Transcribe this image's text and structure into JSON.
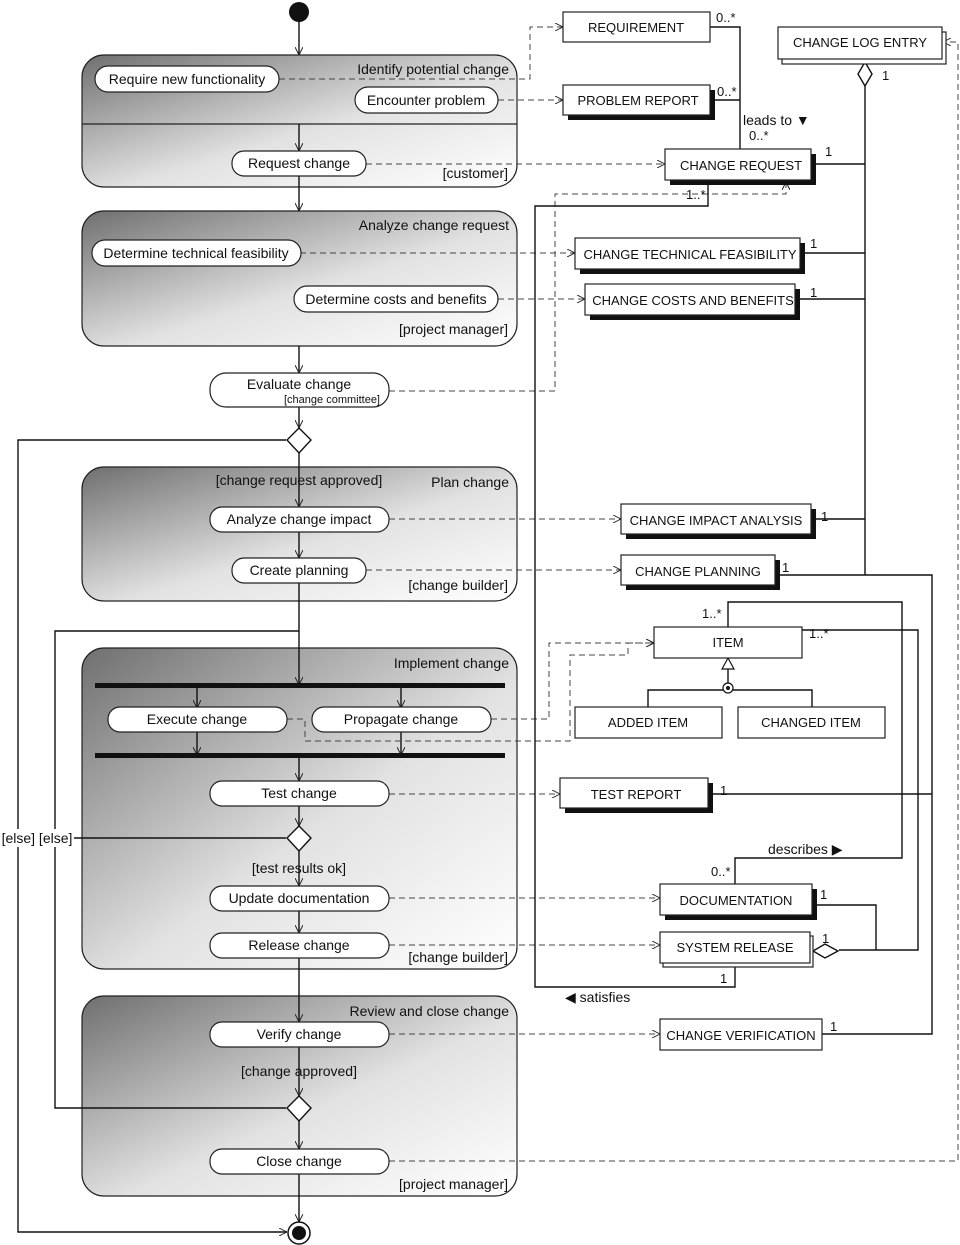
{
  "phases": {
    "identify": {
      "title": "Identify potential change",
      "role": "[customer]"
    },
    "analyze": {
      "title": "Analyze change request",
      "role": "[project manager]"
    },
    "plan": {
      "title": "Plan change",
      "role": "[change builder]"
    },
    "implement": {
      "title": "Implement change",
      "role": "[change builder]"
    },
    "review": {
      "title": "Review and close change",
      "role": "[project manager]"
    }
  },
  "activities": {
    "require_new_functionality": "Require new functionality",
    "encounter_problem": "Encounter problem",
    "request_change": "Request change",
    "determine_feasibility": "Determine technical feasibility",
    "determine_costs": "Determine costs and benefits",
    "evaluate_change": "Evaluate change",
    "evaluate_role": "[change committee]",
    "analyze_impact": "Analyze change impact",
    "create_planning": "Create planning",
    "execute_change": "Execute change",
    "propagate_change": "Propagate change",
    "test_change": "Test change",
    "update_documentation": "Update documentation",
    "release_change": "Release change",
    "verify_change": "Verify change",
    "close_change": "Close change"
  },
  "guards": {
    "request_approved": "[change request approved]",
    "test_results_ok": "[test results ok]",
    "change_approved": "[change approved]",
    "else_else": "[else] [else]"
  },
  "entities": {
    "requirement": "REQUIREMENT",
    "problem_report": "PROBLEM REPORT",
    "change_request": "CHANGE REQUEST",
    "change_log_entry": "CHANGE LOG ENTRY",
    "tech_feasibility": "CHANGE TECHNICAL FEASIBILITY",
    "costs_benefits": "CHANGE COSTS AND BENEFITS",
    "impact_analysis": "CHANGE IMPACT ANALYSIS",
    "change_planning": "CHANGE PLANNING",
    "item": "ITEM",
    "added_item": "ADDED ITEM",
    "changed_item": "CHANGED ITEM",
    "test_report": "TEST REPORT",
    "documentation": "DOCUMENTATION",
    "system_release": "SYSTEM RELEASE",
    "change_verification": "CHANGE VERIFICATION"
  },
  "relations": {
    "leads_to": "leads to ▼",
    "describes": "describes ▶",
    "satisfies": "◀  satisfies"
  },
  "multiplicities": {
    "zero_many": "0..*",
    "one_many": "1..*",
    "one": "1"
  }
}
